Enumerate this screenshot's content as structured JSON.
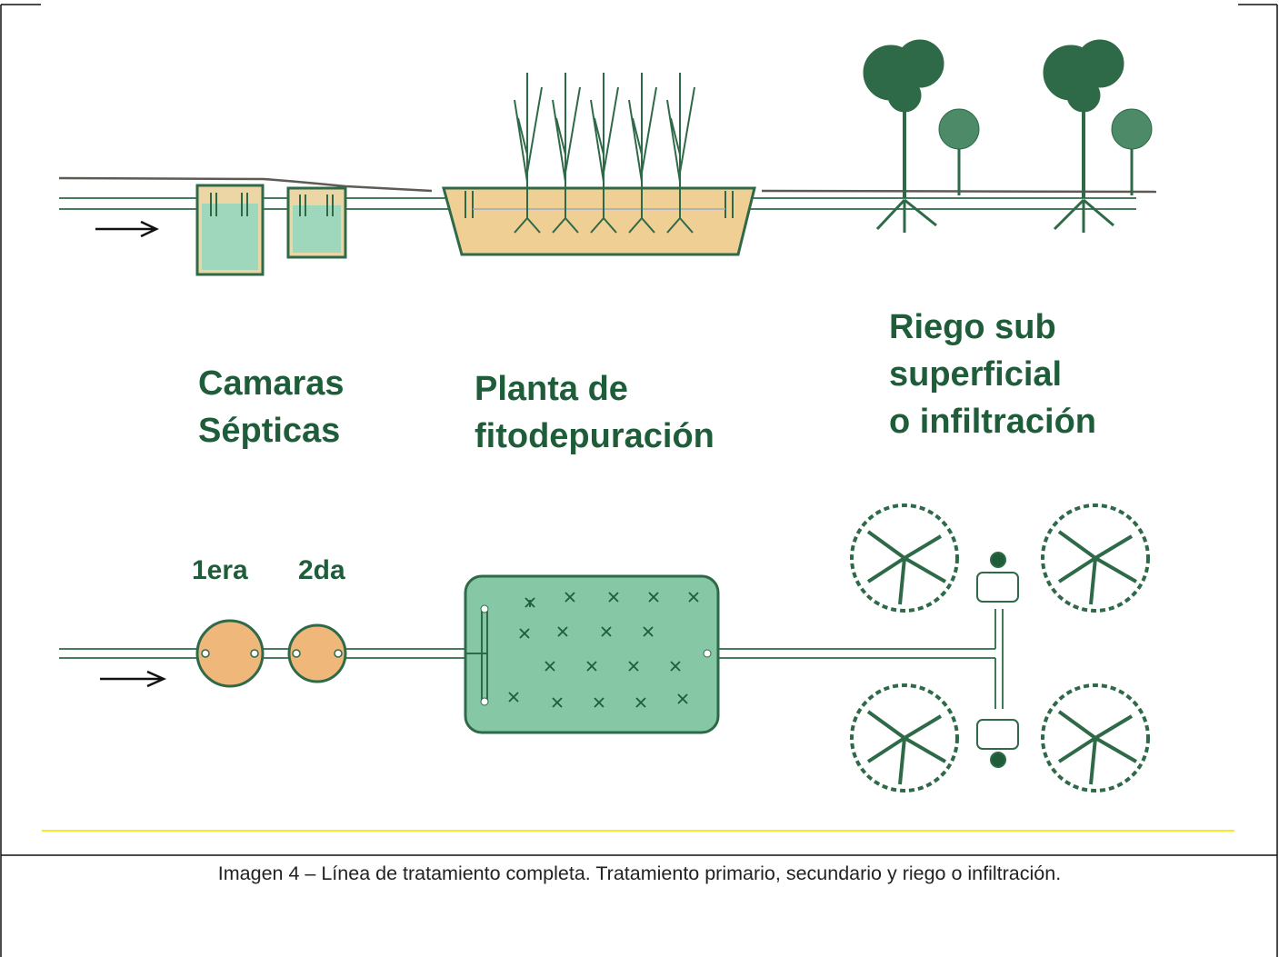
{
  "labels": {
    "septic": "Camaras\nSépticas",
    "phyto": "Planta de\nfitodepuración",
    "irrigation": "Riego sub\nsuperficial\no infiltración",
    "first": "1era",
    "second": "2da"
  },
  "caption": "Imagen 4 – Línea de tratamiento completa. Tratamiento primario, secundario y riego o infiltración.",
  "colors": {
    "green": "#1f5d3a",
    "water": "#9fd7bd",
    "tank": "#edd6a6",
    "sand": "#f0cf95",
    "chamber": "#f0b77a",
    "bed": "#86c8a6",
    "separator": "#f5e92a"
  }
}
